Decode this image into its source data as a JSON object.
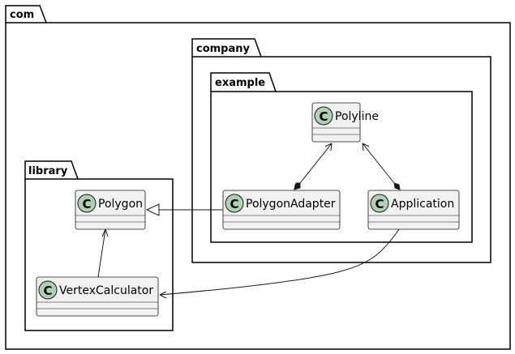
{
  "diagram": {
    "packages": {
      "com": "com",
      "company": "company",
      "example": "example",
      "library": "library"
    },
    "classes": {
      "polyline": "Polyline",
      "polygon_adapter": "PolygonAdapter",
      "application": "Application",
      "polygon": "Polygon",
      "vertex_calculator": "VertexCalculator"
    },
    "stereotype_glyph": "C",
    "relations": [
      {
        "from": "PolygonAdapter",
        "to": "Polyline",
        "kind": "composition"
      },
      {
        "from": "Application",
        "to": "Polyline",
        "kind": "composition"
      },
      {
        "from": "PolygonAdapter",
        "to": "Polygon",
        "kind": "inheritance"
      },
      {
        "from": "VertexCalculator",
        "to": "Polygon",
        "kind": "association"
      },
      {
        "from": "Application",
        "to": "VertexCalculator",
        "kind": "association"
      }
    ],
    "colors": {
      "class_fill": "#F1F1F1",
      "class_border": "#181818",
      "circle_fill": "#ADD1B2",
      "package_border": "#000000",
      "line": "#181818"
    }
  }
}
